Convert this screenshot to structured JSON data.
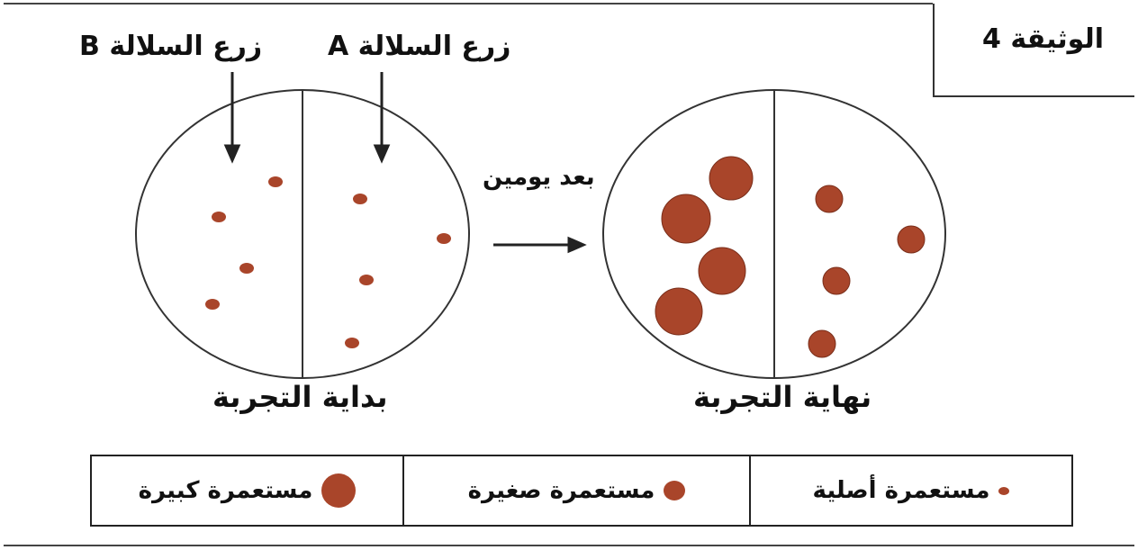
{
  "document": {
    "label": "الوثيقة 4"
  },
  "labels": {
    "strain_a": "زرع السلالة A",
    "strain_b": "زرع السلالة B",
    "after_two_days": "بعد يومين",
    "start": "بداية التجربة",
    "end": "نهاية التجربة"
  },
  "legend": {
    "large": "مستعمرة كبيرة",
    "small": "مستعمرة صغيرة",
    "original": "مستعمرة أصلية"
  },
  "colors": {
    "colony": "#a9452a",
    "colony_light": "#c0603a",
    "line": "#222222"
  }
}
